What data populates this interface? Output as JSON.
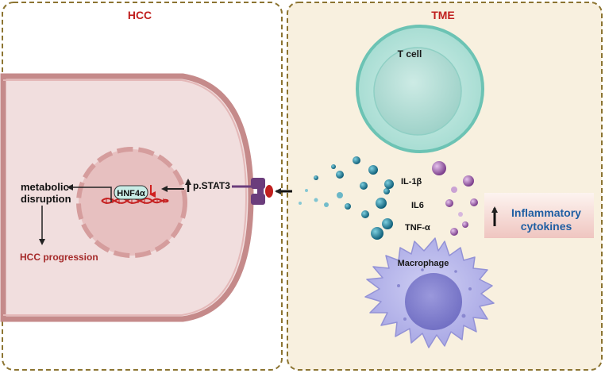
{
  "panels": {
    "hcc_title": "HCC",
    "tme_title": "TME"
  },
  "hcc": {
    "gene": "HNF4α",
    "pstat3": "p.STAT3",
    "metabolic_line1": "metabolic",
    "metabolic_line2": "disruption",
    "progression": "HCC progression"
  },
  "tme": {
    "t_cell": "T cell",
    "macrophage": "Macrophage",
    "cytokines": [
      "IL-1β",
      "IL6",
      "TNF-α"
    ],
    "inflammatory_line1": "Inflammatory",
    "inflammatory_line2": "cytokines"
  },
  "colors": {
    "panel_border": "#8c7431",
    "title_red": "#c0201f",
    "tme_bg": "#f8f0df",
    "cell_fill": "#f1dede",
    "cell_membrane": "#c58a8a",
    "nucleus": "#e7c0c0",
    "receptor": "#6b3d7c",
    "tcell": "#6cc3b4",
    "macrophage": "#b1b0e8",
    "cytokine_blue": "#1f7f95",
    "cytokine_purple": "#8b4f9a",
    "label_blue": "#1f5fa3"
  }
}
